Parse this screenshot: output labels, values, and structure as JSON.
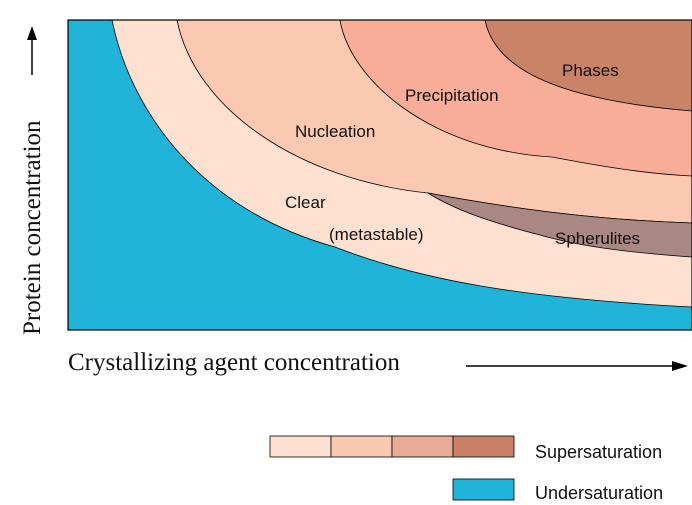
{
  "diagram": {
    "regions": [
      {
        "id": "undersaturation",
        "color": "#1fb4d8"
      },
      {
        "id": "clear",
        "label": "Clear",
        "sublabel": "(metastable)",
        "color": "#fde0cf"
      },
      {
        "id": "nucleation",
        "label": "Nucleation",
        "color": "#fbc9b1"
      },
      {
        "id": "precipitation",
        "label": "Precipitation",
        "color": "#f8ad98"
      },
      {
        "id": "phases",
        "label": "Phases",
        "color": "#c98468"
      },
      {
        "id": "spherulites",
        "label": "Spherulites",
        "color": "#a98884"
      }
    ],
    "y_axis_label": "Protein concentration",
    "x_axis_label": "Crystallizing agent concentration"
  },
  "legend": {
    "supersaturation_label": "Supersaturation",
    "undersaturation_label": "Undersaturation",
    "supersaturation_colors": [
      "#fde0cf",
      "#f9c8b0",
      "#e8ab96",
      "#c88266"
    ],
    "undersaturation_color": "#1fb4d8"
  }
}
